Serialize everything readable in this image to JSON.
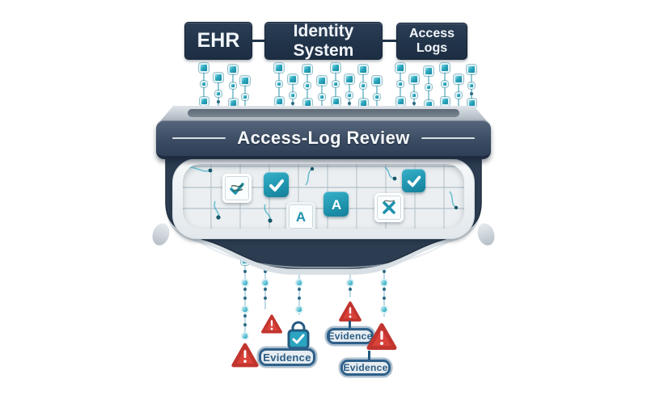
{
  "diagram": {
    "sources": [
      {
        "label": "EHR"
      },
      {
        "label": "Identity System"
      },
      {
        "label": "Access Logs"
      }
    ],
    "funnel_title": "Access-Log Review",
    "tile_letter": "A",
    "evidence_badges": [
      {
        "label": "Evidence"
      },
      {
        "label": "Evidence"
      },
      {
        "label": "Evidence"
      }
    ],
    "alert_count": 4,
    "icons": {
      "approved": "check-icon",
      "rejected": "x-icon",
      "letter_tile": "letter-a-tile",
      "alert": "warning-triangle-icon",
      "verified": "lock-check-icon",
      "packet": "data-packet-icon"
    },
    "colors": {
      "teal": "#2aa7bf",
      "navy_box": "#24364b",
      "band_slate": "#3d4e64",
      "alert_red": "#d9423b",
      "evidence_blue": "#2e6089",
      "interior_gray": "#ebeff1"
    }
  }
}
